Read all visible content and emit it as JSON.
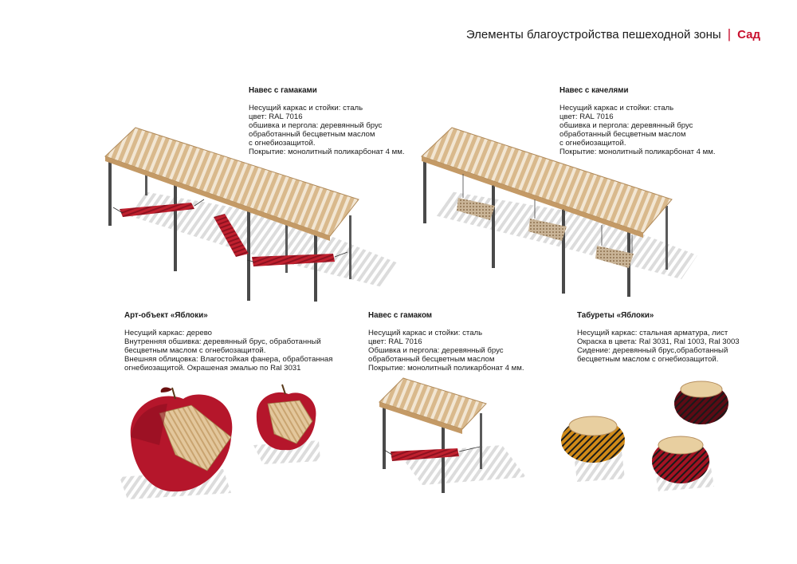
{
  "header": {
    "title": "Элементы благоустройства пешеходной зоны",
    "separator": "|",
    "section": "Сад"
  },
  "colors": {
    "accent_red": "#c8102e",
    "wood": "#d9b98c",
    "steel": "#4a4a4a",
    "fabric_red": "#c0202e",
    "apple_red": "#b5162b"
  },
  "items": [
    {
      "title": "Навес с гамаками",
      "lines": [
        "Несущий каркас и стойки: сталь",
        "цвет: RAL 7016",
        "обшивка и пергола: деревянный брус",
        "обработанный бесцветным маслом",
        "с огнебиозащитой.",
        "Покрытие: монолитный поликарбонат 4 мм."
      ]
    },
    {
      "title": "Навес с качелями",
      "lines": [
        "Несущий каркас и стойки: сталь",
        "цвет: RAL 7016",
        "обшивка и пергола: деревянный брус",
        "обработанный бесцветным маслом",
        "с огнебиозащитой.",
        "Покрытие: монолитный поликарбонат 4 мм."
      ]
    },
    {
      "title": "Арт-объект «Яблоки»",
      "lines": [
        "Несущий каркас: дерево",
        "Внутренняя обшивка: деревянный брус, обработанный",
        "бесцветным маслом с огнебиозащитой.",
        "Внешняя облицовка: Влагостойкая фанера, обработанная",
        "огнебиозащитой. Окрашеная эмалью по Ral 3031"
      ]
    },
    {
      "title": "Навес с гамаком",
      "lines": [
        "Несущий каркас и стойки: сталь",
        "цвет: RAL 7016",
        "Обшивка и пергола: деревянный брус",
        "обработанный бесцветным маслом",
        "Покрытие: монолитный поликарбонат 4 мм."
      ]
    },
    {
      "title": "Табуреты «Яблоки»",
      "lines": [
        "Несущий каркас: стальная арматура, лист",
        "Окраска в цвета: Ral 3031, Ral 1003, Ral 3003",
        "Сидение: деревянный брус,обработанный",
        "бесцветным маслом с  огнебиозащитой."
      ]
    }
  ]
}
